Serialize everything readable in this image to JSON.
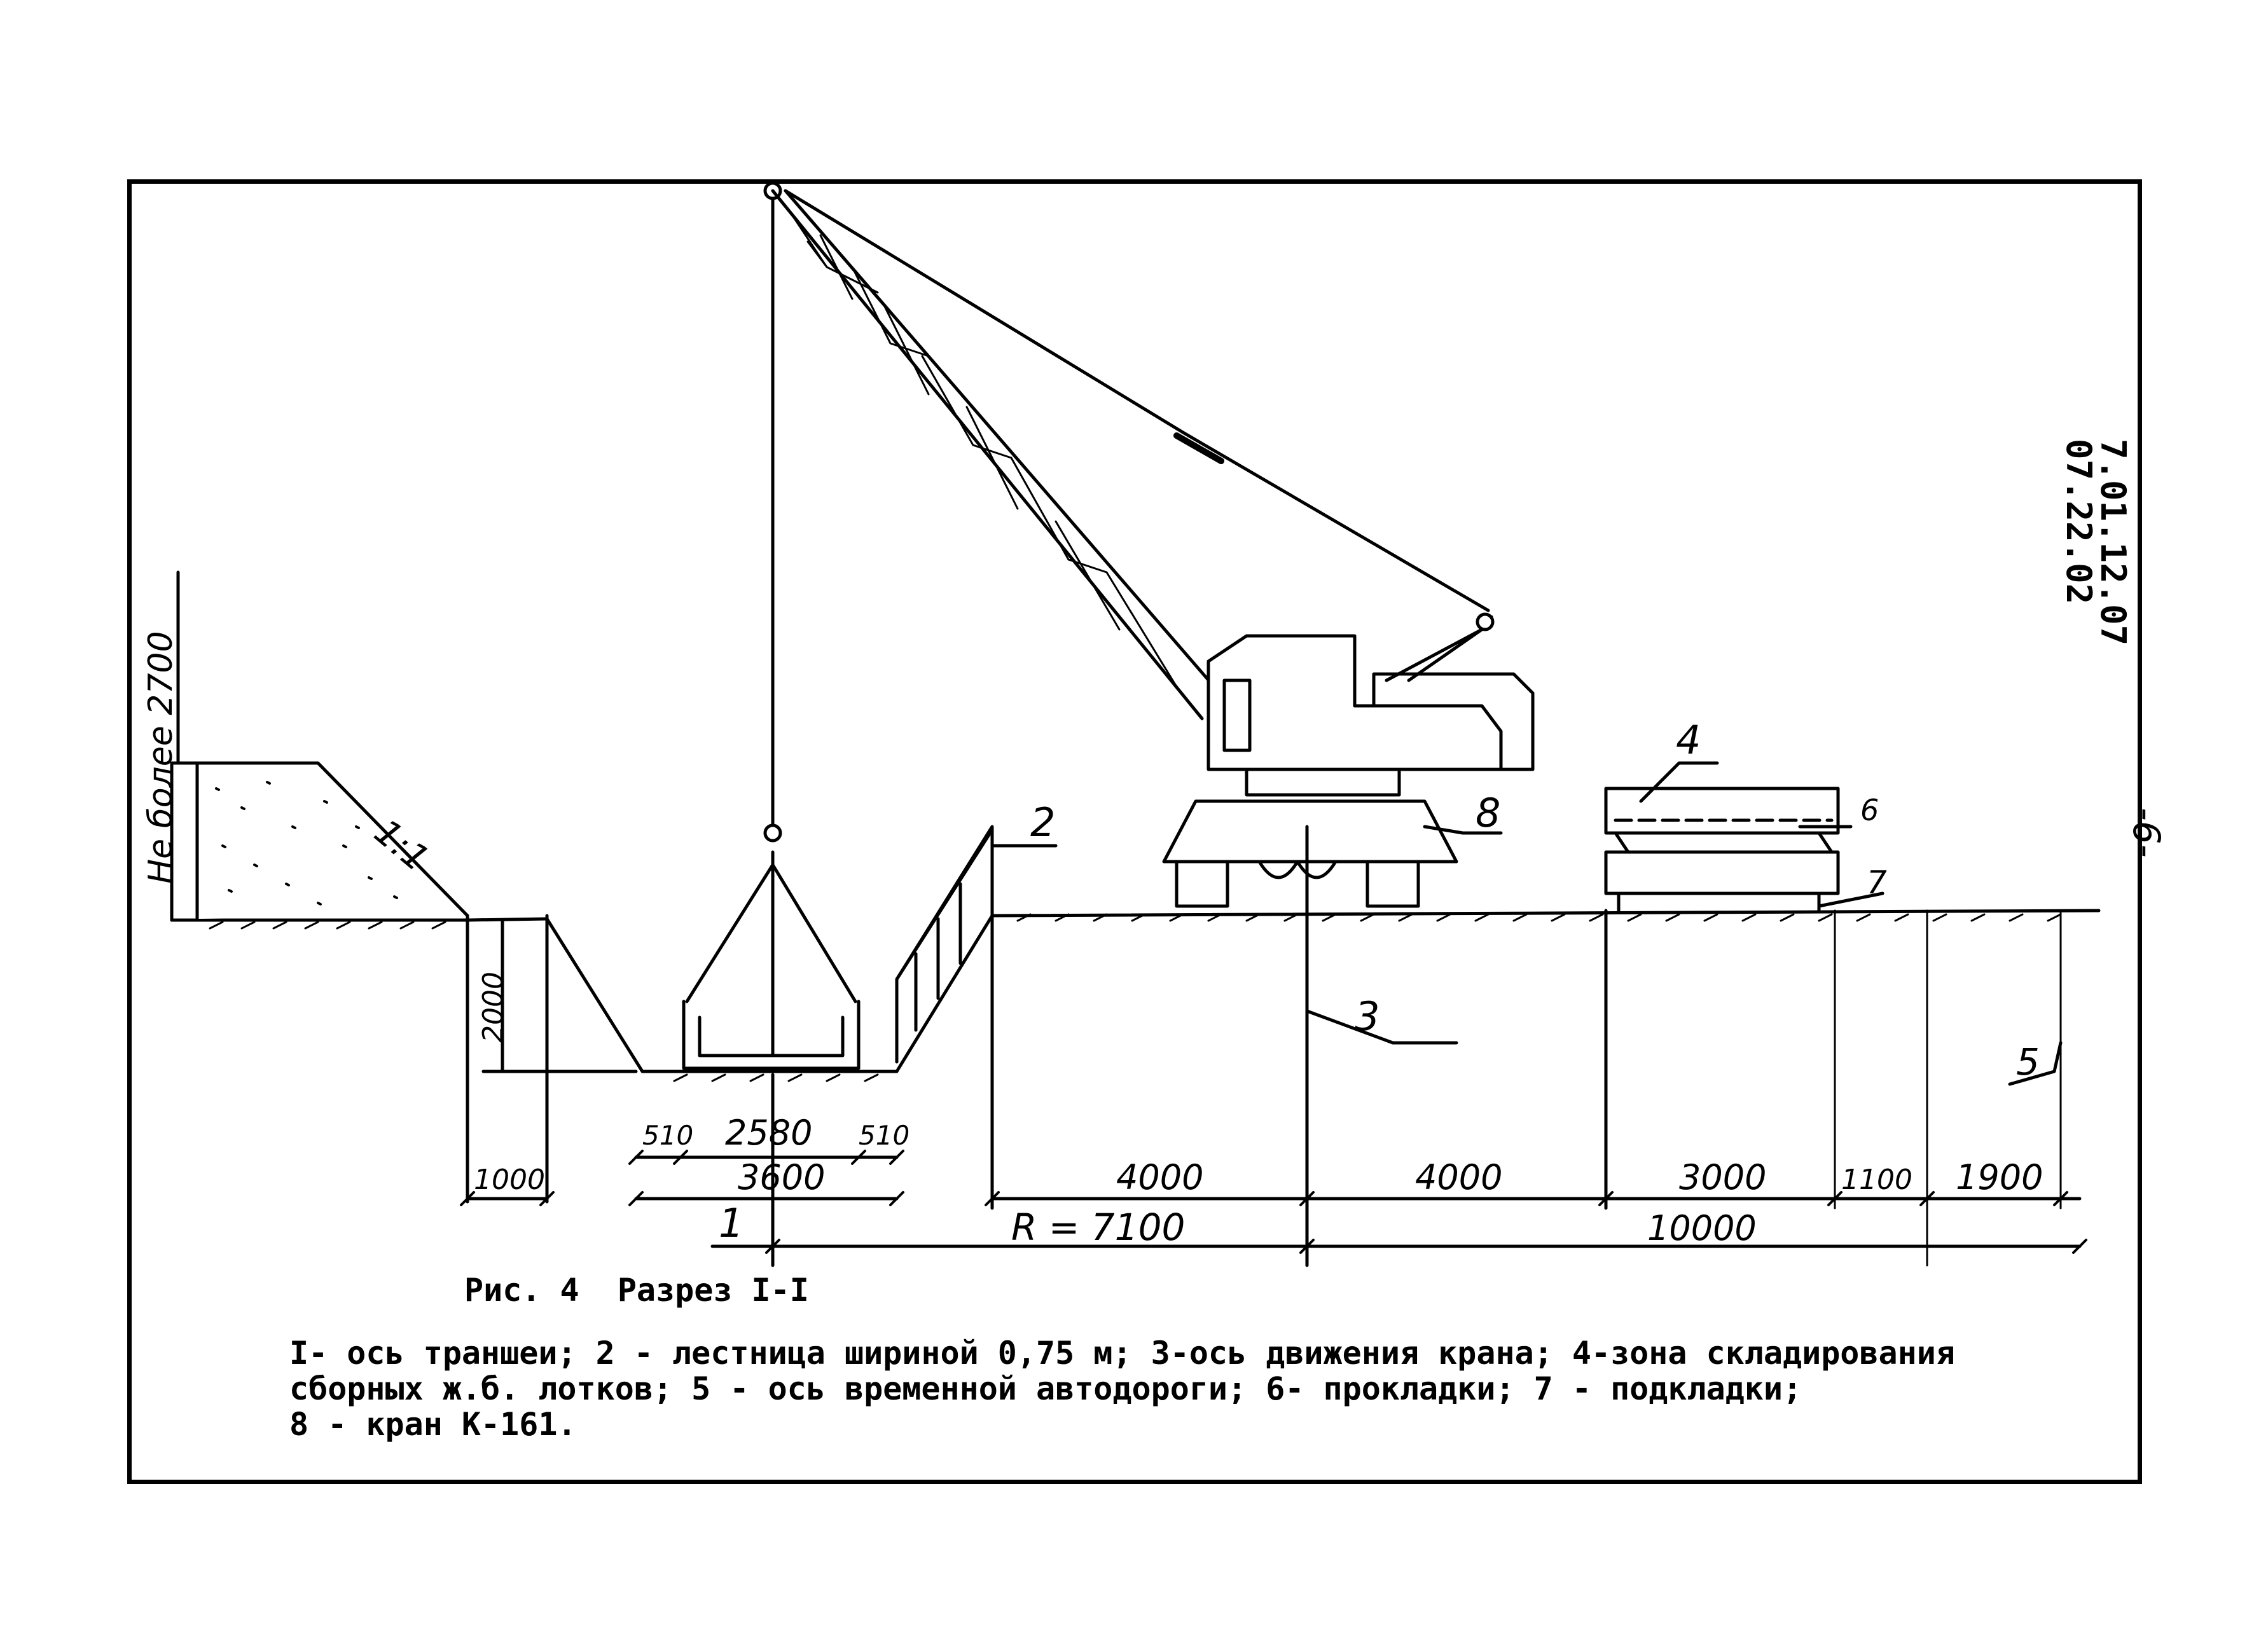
{
  "drawing": {
    "code_line1": "7.01.12.07",
    "code_line2": "07.22.02",
    "page_number": "-6-",
    "slope_label": "1:1",
    "height_label": "Не более 2700",
    "depth_label": "2000",
    "callouts": {
      "c1": "1",
      "c2": "2",
      "c3": "3",
      "c4": "4",
      "c5": "5",
      "c6": "6",
      "c7": "7",
      "c8": "8"
    },
    "dimensions": {
      "d510_left": "510",
      "d2580": "2580",
      "d510_right": "510",
      "d3600": "3600",
      "d1000": "1000",
      "d4000_a": "4000",
      "d4000_b": "4000",
      "d3000": "3000",
      "d1100": "1100",
      "d1900": "1900",
      "radius": "R = 7100",
      "d10000": "10000"
    }
  },
  "caption": {
    "title": "Рис. 4  Разрез I-I",
    "legend_line1": "I- ось траншеи; 2 - лестница шириной 0,75 м; 3-ось движения крана; 4-зона складирования",
    "legend_line2": "сборных ж.б. лотков; 5 - ось временной автодороги;  6- прокладки; 7 - подкладки;",
    "legend_line3": "8 - кран К-161."
  }
}
